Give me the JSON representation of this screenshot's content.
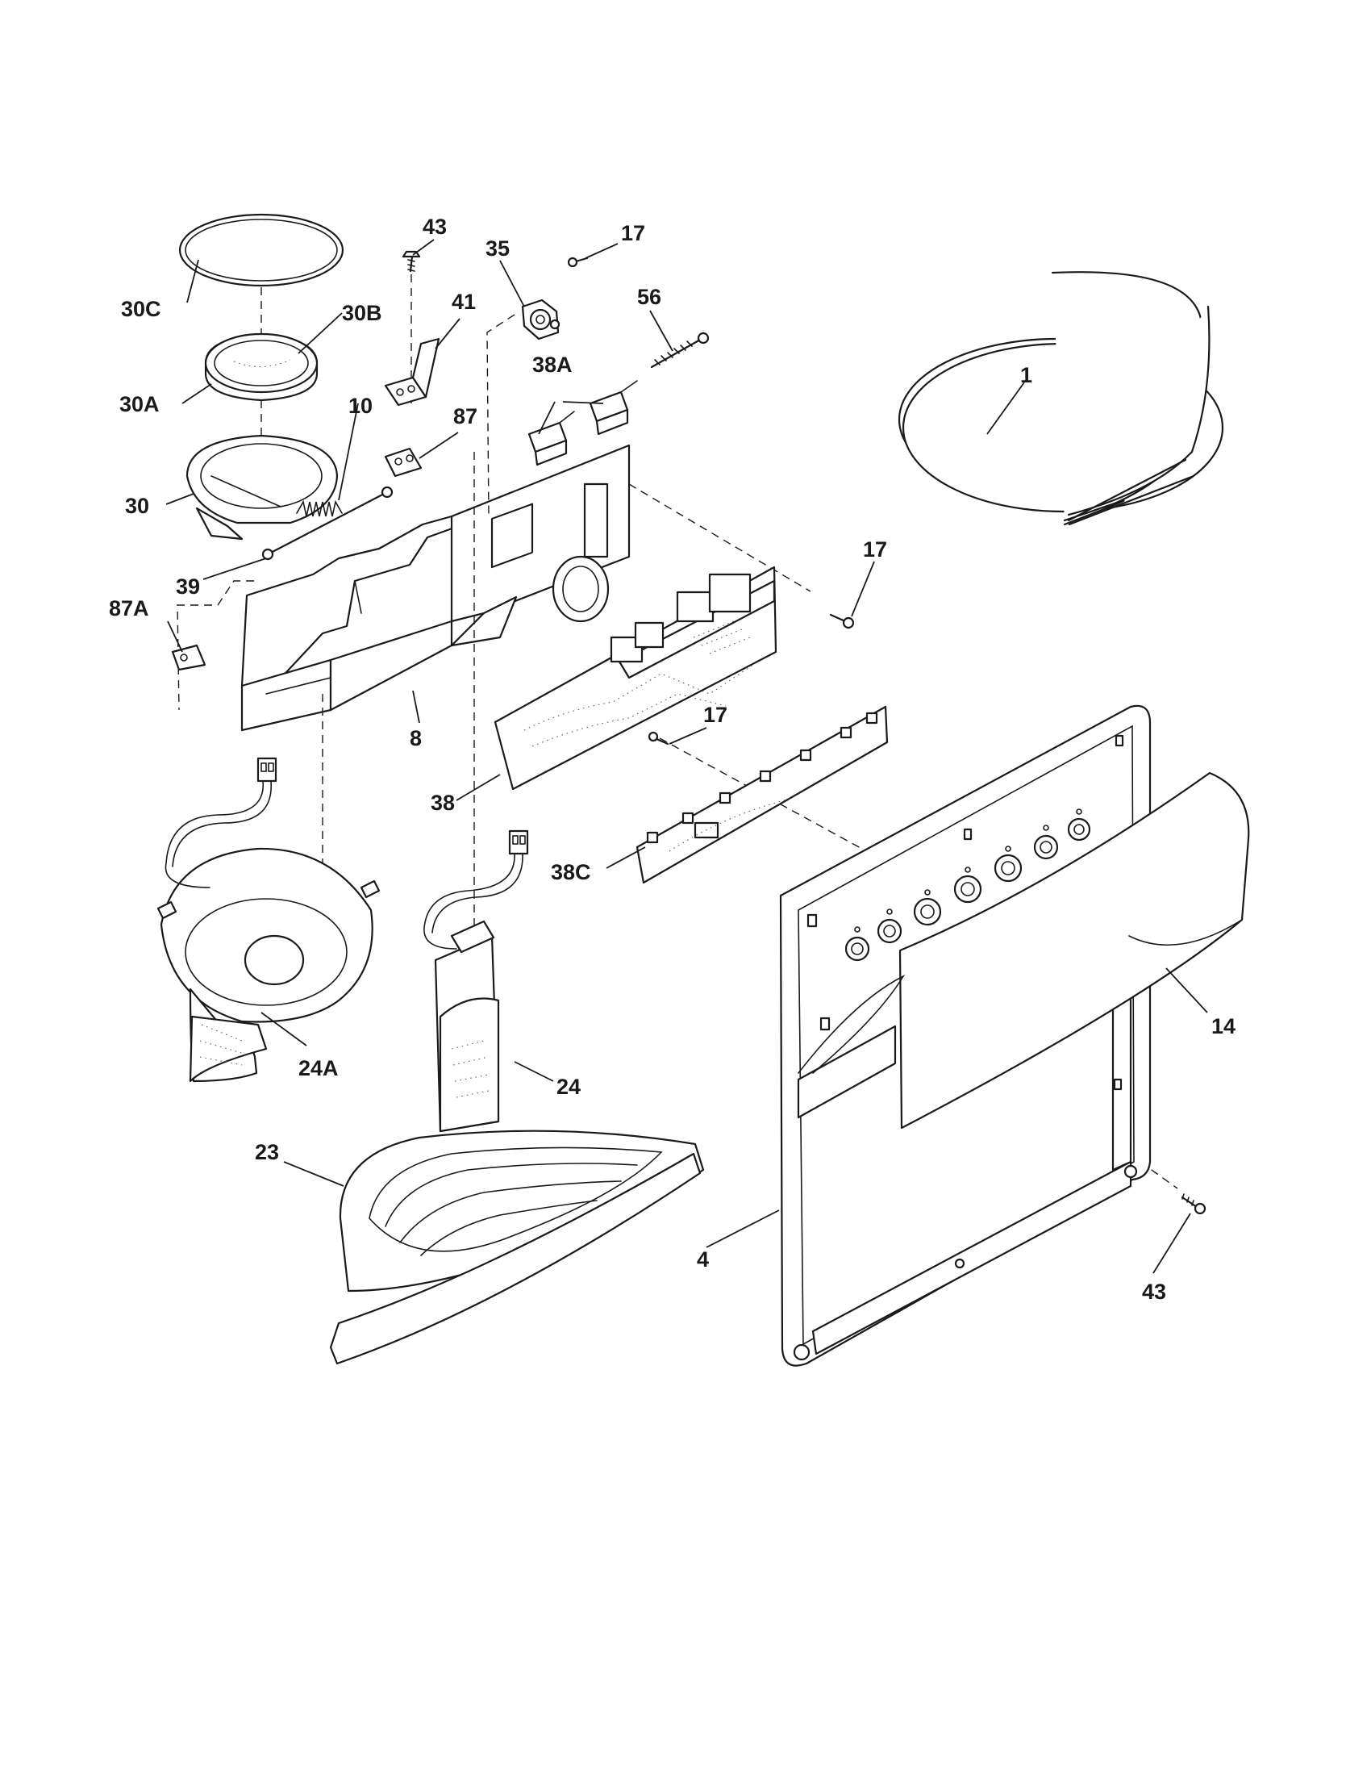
{
  "callouts": [
    {
      "id": "c-30c",
      "label": "30C"
    },
    {
      "id": "c-30b",
      "label": "30B"
    },
    {
      "id": "c-30a",
      "label": "30A"
    },
    {
      "id": "c-30",
      "label": "30"
    },
    {
      "id": "c-10",
      "label": "10"
    },
    {
      "id": "c-39",
      "label": "39"
    },
    {
      "id": "c-43-top",
      "label": "43"
    },
    {
      "id": "c-41",
      "label": "41"
    },
    {
      "id": "c-87",
      "label": "87"
    },
    {
      "id": "c-87a",
      "label": "87A"
    },
    {
      "id": "c-35",
      "label": "35"
    },
    {
      "id": "c-17-top",
      "label": "17"
    },
    {
      "id": "c-56",
      "label": "56"
    },
    {
      "id": "c-38a",
      "label": "38A"
    },
    {
      "id": "c-1",
      "label": "1"
    },
    {
      "id": "c-17-mid",
      "label": "17"
    },
    {
      "id": "c-17-low",
      "label": "17"
    },
    {
      "id": "c-8",
      "label": "8"
    },
    {
      "id": "c-38",
      "label": "38"
    },
    {
      "id": "c-38c",
      "label": "38C"
    },
    {
      "id": "c-14",
      "label": "14"
    },
    {
      "id": "c-24a",
      "label": "24A"
    },
    {
      "id": "c-24",
      "label": "24"
    },
    {
      "id": "c-23",
      "label": "23"
    },
    {
      "id": "c-4",
      "label": "4"
    },
    {
      "id": "c-43-bot",
      "label": "43"
    }
  ]
}
